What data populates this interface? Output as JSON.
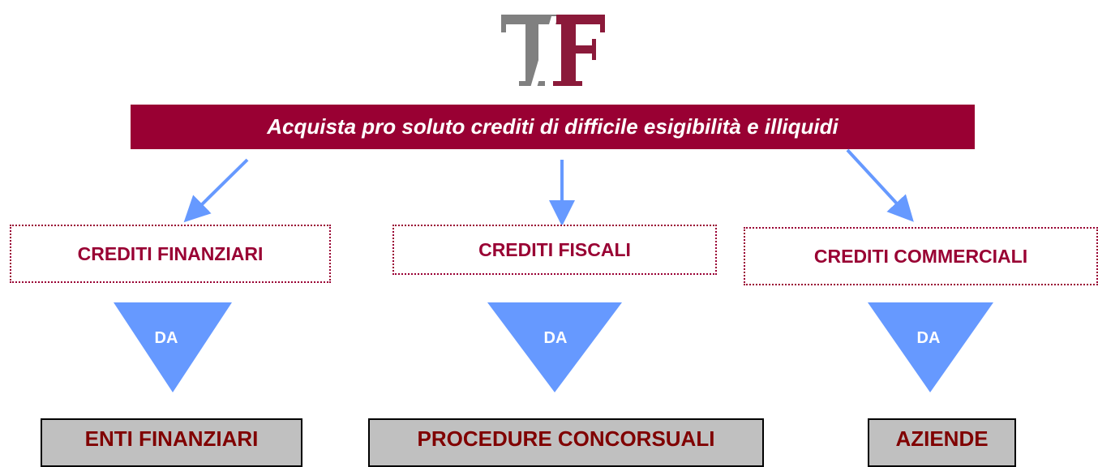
{
  "logo": {
    "letters": "TF",
    "colors": {
      "t": "#808080",
      "f": "#8b1a3a"
    }
  },
  "banner": {
    "text": "Acquista pro soluto crediti di difficile esigibilità e illiquidi",
    "color": "#990033"
  },
  "arrow_color": "#6699ff",
  "categories": [
    {
      "label": "CREDITI FINANZIARI",
      "connector": "DA",
      "source": "ENTI FINANZIARI"
    },
    {
      "label": "CREDITI FISCALI",
      "connector": "DA",
      "source": "PROCEDURE CONCORSUALI"
    },
    {
      "label": "CREDITI COMMERCIALI",
      "connector": "DA",
      "source": "AZIENDE"
    }
  ]
}
